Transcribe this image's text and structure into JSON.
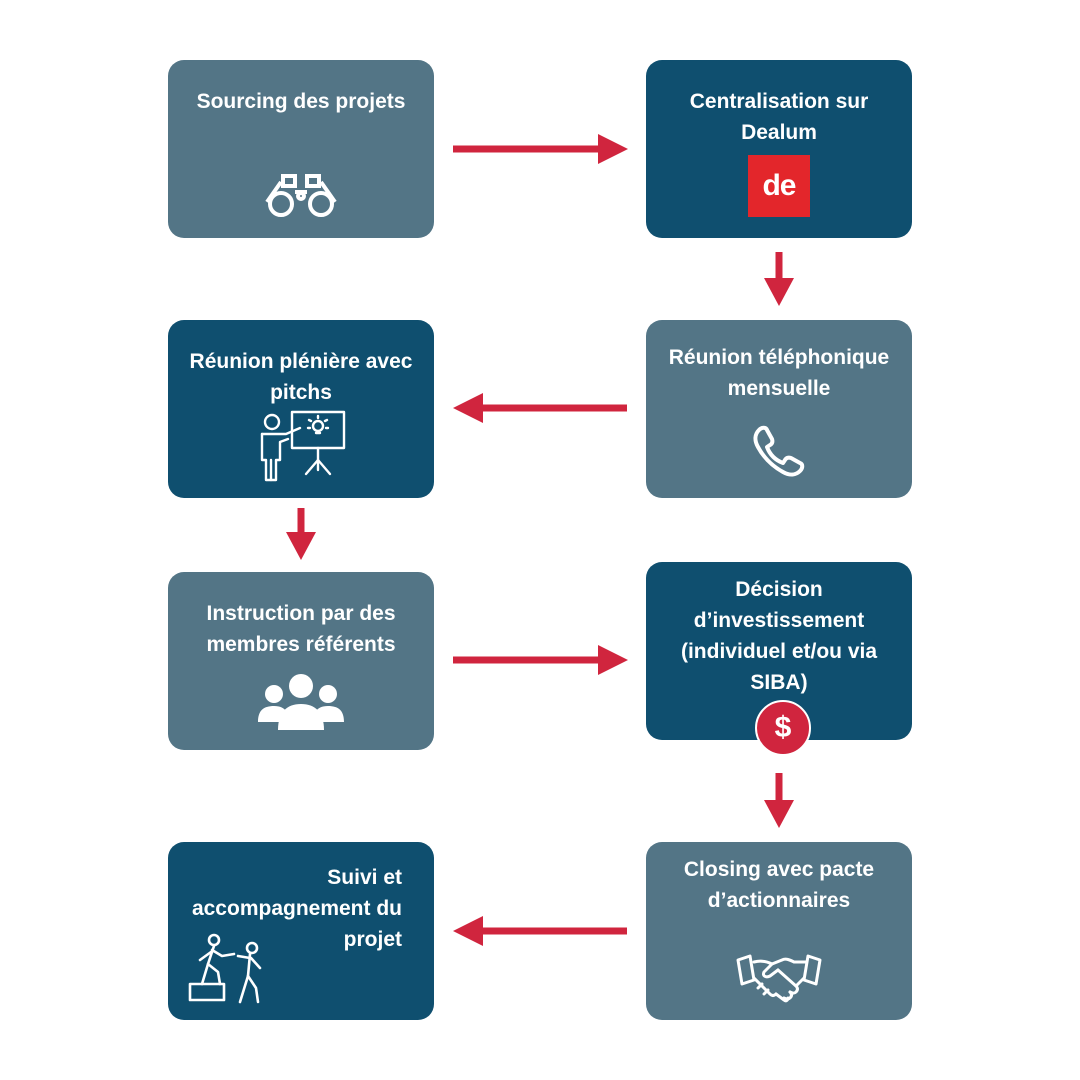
{
  "steps": [
    {
      "label": "Sourcing des projets",
      "icon": "binoculars-icon"
    },
    {
      "label": "Centralisation sur Dealum",
      "icon": "dealum-logo",
      "logo_text": "de"
    },
    {
      "label": "Réunion plénière avec pitchs",
      "icon": "presentation-icon"
    },
    {
      "label": "Réunion téléphonique mensuelle",
      "icon": "phone-icon"
    },
    {
      "label": "Instruction par des membres référents",
      "icon": "group-icon"
    },
    {
      "label": "Décision d’investissement (individuel et/ou via SIBA)",
      "icon": "dollar-icon",
      "badge_text": "$"
    },
    {
      "label": "Suivi et accompagnement du projet",
      "icon": "helping-hand-icon"
    },
    {
      "label": "Closing avec pacte d’actionnaires",
      "icon": "handshake-icon"
    }
  ],
  "colors": {
    "box_light": "#537586",
    "box_dark": "#0f4f6f",
    "arrow": "#d0253e",
    "dealum_logo": "#e3262b",
    "text": "#ffffff"
  }
}
